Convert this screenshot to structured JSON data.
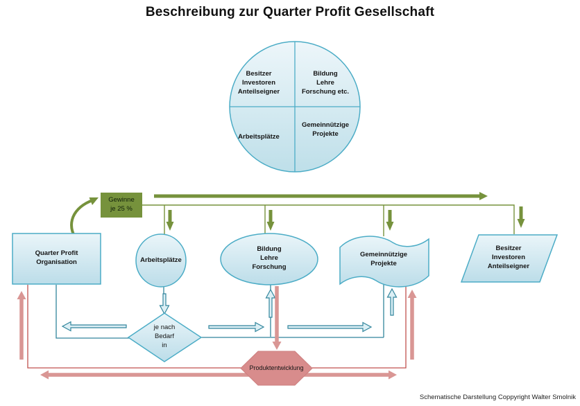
{
  "title": "Beschreibung zur Quarter Profit Gesellschaft",
  "caption": "Schematische Darstellung Coppyright Walter Smolnik",
  "colors": {
    "olive": "#76923C",
    "teal_border": "#4BACC6",
    "teal_line": "#31859C",
    "salmon_thick": "#D99694",
    "red_thin": "#C0504D",
    "hexagon_fill": "#D88C8C",
    "shape_fill_top": "#EAF5F9",
    "shape_fill_bottom": "#BCDDE9",
    "text": "#141414"
  },
  "pie": {
    "quadrants": [
      {
        "id": "top-left",
        "label": "Besitzer\nInvestoren\nAnteilseigner"
      },
      {
        "id": "top-right",
        "label": "Bildung\nLehre\nForschung etc."
      },
      {
        "id": "bottom-left",
        "label": "Arbeitsplätze"
      },
      {
        "id": "bottom-right",
        "label": "Gemeinnützige\nProjekte"
      }
    ]
  },
  "nodes": {
    "gewinne": "Gewinne\nje 25 %",
    "organisation": "Quarter Profit\nOrganisation",
    "arbeitsplaetze": "Arbeitsplätze",
    "bildung": "Bildung\nLehre\nForschung",
    "gemeinnuetzige": "Gemeinnützige\nProjekte",
    "besitzer": "Besitzer\nInvestoren\nAnteilseigner",
    "bedarf": "je nach\nBedarf\nin",
    "produktentwicklung": "Produktentwicklung"
  }
}
